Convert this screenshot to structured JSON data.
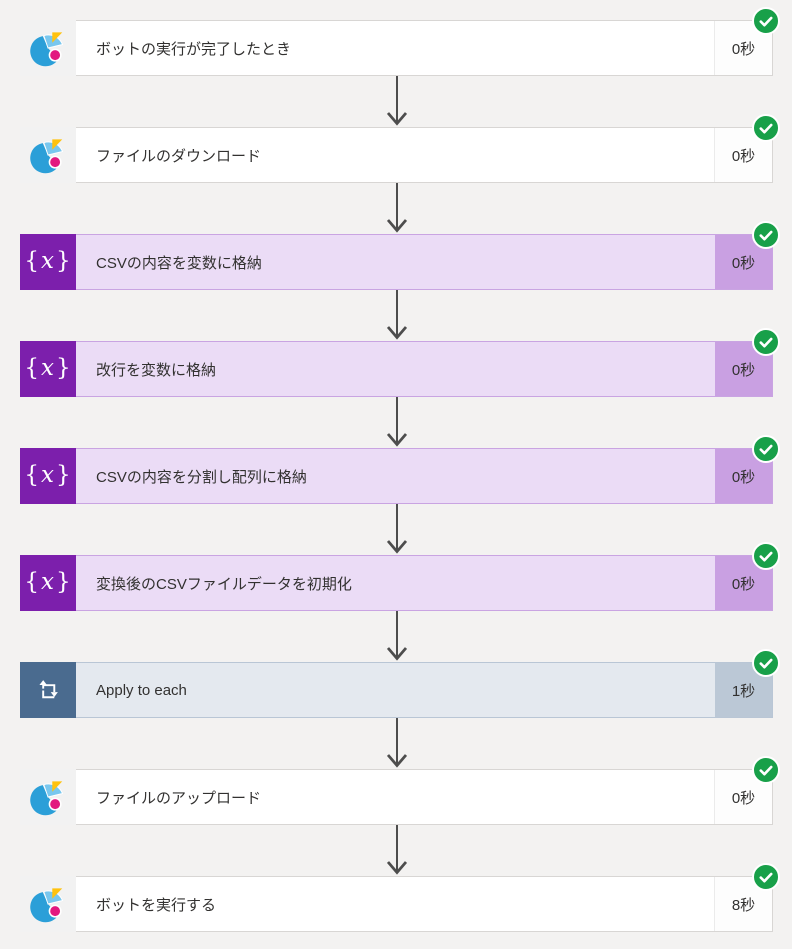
{
  "flow": {
    "steps": [
      {
        "type": "connector",
        "icon": "automation-anywhere-icon",
        "label": "ボットの実行が完了したとき",
        "duration": "0秒",
        "status": "succeeded"
      },
      {
        "type": "connector",
        "icon": "automation-anywhere-icon",
        "label": "ファイルのダウンロード",
        "duration": "0秒",
        "status": "succeeded"
      },
      {
        "type": "variable",
        "icon": "variable-icon",
        "label": "CSVの内容を変数に格納",
        "duration": "0秒",
        "status": "succeeded"
      },
      {
        "type": "variable",
        "icon": "variable-icon",
        "label": "改行を変数に格納",
        "duration": "0秒",
        "status": "succeeded"
      },
      {
        "type": "variable",
        "icon": "variable-icon",
        "label": "CSVの内容を分割し配列に格納",
        "duration": "0秒",
        "status": "succeeded"
      },
      {
        "type": "variable",
        "icon": "variable-icon",
        "label": "変換後のCSVファイルデータを初期化",
        "duration": "0秒",
        "status": "succeeded"
      },
      {
        "type": "loop",
        "icon": "apply-to-each-icon",
        "label": "Apply to each",
        "duration": "1秒",
        "status": "succeeded"
      },
      {
        "type": "connector",
        "icon": "automation-anywhere-icon",
        "label": "ファイルのアップロード",
        "duration": "0秒",
        "status": "succeeded"
      },
      {
        "type": "connector",
        "icon": "automation-anywhere-icon",
        "label": "ボットを実行する",
        "duration": "8秒",
        "status": "succeeded"
      }
    ],
    "variable_glyph": {
      "open": "{",
      "x": "x",
      "close": "}"
    },
    "colors": {
      "canvas_background": "#F3F2F1",
      "success_badge": "#18A049",
      "arrow": "#4D4D4D",
      "variable_icon_bg": "#7C1FAC",
      "variable_body": "#EBDCF6",
      "variable_strip": "#C9A0E2",
      "loop_icon_bg": "#4A6B8F",
      "loop_body": "#E4E9EF",
      "loop_strip": "#BBC8D6",
      "logo_blue_dark": "#2B9FD8",
      "logo_blue_light": "#79C7EE",
      "logo_yellow": "#FFC20E",
      "logo_magenta": "#E2197F"
    }
  }
}
